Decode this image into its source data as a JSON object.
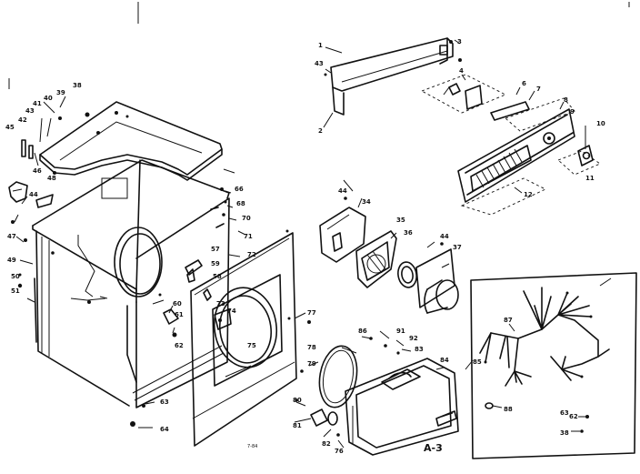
{
  "diagram": {
    "assembly_label": "A-3",
    "footer_code": "7-84",
    "callouts": [
      {
        "id": "c1",
        "text": "1"
      },
      {
        "id": "c2",
        "text": "2"
      },
      {
        "id": "c3",
        "text": "3"
      },
      {
        "id": "c4",
        "text": "4"
      },
      {
        "id": "c6",
        "text": "6"
      },
      {
        "id": "c7",
        "text": "7"
      },
      {
        "id": "c8",
        "text": "8"
      },
      {
        "id": "c9",
        "text": "9"
      },
      {
        "id": "c10",
        "text": "10"
      },
      {
        "id": "c11",
        "text": "11"
      },
      {
        "id": "c12",
        "text": "12"
      },
      {
        "id": "c43a",
        "text": "43"
      },
      {
        "id": "c45",
        "text": "45"
      },
      {
        "id": "c42",
        "text": "42"
      },
      {
        "id": "c43b",
        "text": "43"
      },
      {
        "id": "c41",
        "text": "41"
      },
      {
        "id": "c40",
        "text": "40"
      },
      {
        "id": "c39",
        "text": "39"
      },
      {
        "id": "c38",
        "text": "38"
      },
      {
        "id": "c46",
        "text": "46"
      },
      {
        "id": "c44a",
        "text": "44"
      },
      {
        "id": "c48",
        "text": "48"
      },
      {
        "id": "c47",
        "text": "47"
      },
      {
        "id": "c66",
        "text": "66"
      },
      {
        "id": "c68",
        "text": "68"
      },
      {
        "id": "c70",
        "text": "70"
      },
      {
        "id": "c71",
        "text": "71"
      },
      {
        "id": "c49",
        "text": "49"
      },
      {
        "id": "c50",
        "text": "50"
      },
      {
        "id": "c51",
        "text": "51"
      },
      {
        "id": "c57",
        "text": "57"
      },
      {
        "id": "c58",
        "text": "58"
      },
      {
        "id": "c59",
        "text": "59"
      },
      {
        "id": "c72",
        "text": "72"
      },
      {
        "id": "c73",
        "text": "73"
      },
      {
        "id": "c74",
        "text": "74"
      },
      {
        "id": "c75",
        "text": "75"
      },
      {
        "id": "c60",
        "text": "60"
      },
      {
        "id": "c61",
        "text": "61"
      },
      {
        "id": "c62",
        "text": "62"
      },
      {
        "id": "c63",
        "text": "63"
      },
      {
        "id": "c64",
        "text": "64"
      },
      {
        "id": "c77",
        "text": "77"
      },
      {
        "id": "c78",
        "text": "78"
      },
      {
        "id": "c79",
        "text": "79"
      },
      {
        "id": "c80",
        "text": "80"
      },
      {
        "id": "c81",
        "text": "81"
      },
      {
        "id": "c76",
        "text": "76"
      },
      {
        "id": "c44b",
        "text": "44"
      },
      {
        "id": "c34",
        "text": "34"
      },
      {
        "id": "c35",
        "text": "35"
      },
      {
        "id": "c36",
        "text": "36"
      },
      {
        "id": "c44c",
        "text": "44"
      },
      {
        "id": "c37",
        "text": "37"
      },
      {
        "id": "c86",
        "text": "86"
      },
      {
        "id": "c91",
        "text": "91"
      },
      {
        "id": "c92",
        "text": "92"
      },
      {
        "id": "c83",
        "text": "83"
      },
      {
        "id": "c84",
        "text": "84"
      },
      {
        "id": "c85",
        "text": "85"
      },
      {
        "id": "c82",
        "text": "82"
      },
      {
        "id": "c88",
        "text": "88"
      },
      {
        "id": "c62b",
        "text": "62"
      },
      {
        "id": "c87",
        "text": "87"
      },
      {
        "id": "c63b",
        "text": "63"
      },
      {
        "id": "c38b",
        "text": "38"
      }
    ]
  }
}
